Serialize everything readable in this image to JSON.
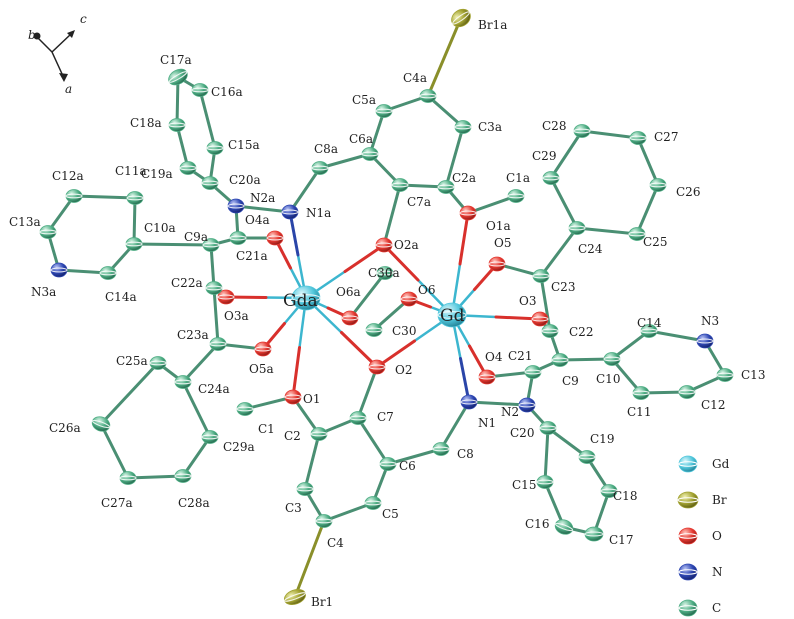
{
  "colors": {
    "Gd": "#52c7dc",
    "Br": "#a3a332",
    "O": "#e53a32",
    "N": "#2f48b4",
    "C": "#4fae85"
  },
  "axes": {
    "labels": [
      "b",
      "c",
      "a"
    ]
  },
  "atoms": [
    {
      "id": "Gda",
      "type": "Gd",
      "label": "Gda"
    },
    {
      "id": "Gd",
      "type": "Gd",
      "label": "Gd"
    },
    {
      "id": "Br1a",
      "type": "Br",
      "label": "Br1a"
    },
    {
      "id": "Br1",
      "type": "Br",
      "label": "Br1"
    },
    {
      "id": "O1a",
      "type": "O",
      "label": "O1a"
    },
    {
      "id": "O2a",
      "type": "O",
      "label": "O2a"
    },
    {
      "id": "O3a",
      "type": "O",
      "label": "O3a"
    },
    {
      "id": "O4a",
      "type": "O",
      "label": "O4a"
    },
    {
      "id": "O5a",
      "type": "O",
      "label": "O5a"
    },
    {
      "id": "O6a",
      "type": "O",
      "label": "O6a"
    },
    {
      "id": "O1",
      "type": "O",
      "label": "O1"
    },
    {
      "id": "O2",
      "type": "O",
      "label": "O2"
    },
    {
      "id": "O3",
      "type": "O",
      "label": "O3"
    },
    {
      "id": "O4",
      "type": "O",
      "label": "O4"
    },
    {
      "id": "O5",
      "type": "O",
      "label": "O5"
    },
    {
      "id": "O6",
      "type": "O",
      "label": "O6"
    },
    {
      "id": "N1a",
      "type": "N",
      "label": "N1a"
    },
    {
      "id": "N2a",
      "type": "N",
      "label": "N2a"
    },
    {
      "id": "N3a",
      "type": "N",
      "label": "N3a"
    },
    {
      "id": "N1",
      "type": "N",
      "label": "N1"
    },
    {
      "id": "N2",
      "type": "N",
      "label": "N2"
    },
    {
      "id": "N3",
      "type": "N",
      "label": "N3"
    },
    {
      "id": "C1a",
      "type": "C",
      "label": "C1a"
    },
    {
      "id": "C2a",
      "type": "C",
      "label": "C2a"
    },
    {
      "id": "C3a",
      "type": "C",
      "label": "C3a"
    },
    {
      "id": "C4a",
      "type": "C",
      "label": "C4a"
    },
    {
      "id": "C5a",
      "type": "C",
      "label": "C5a"
    },
    {
      "id": "C6a",
      "type": "C",
      "label": "C6a"
    },
    {
      "id": "C7a",
      "type": "C",
      "label": "C7a"
    },
    {
      "id": "C8a",
      "type": "C",
      "label": "C8a"
    },
    {
      "id": "C9a",
      "type": "C",
      "label": "C9a"
    },
    {
      "id": "C10a",
      "type": "C",
      "label": "C10a"
    },
    {
      "id": "C11a",
      "type": "C",
      "label": "C11a"
    },
    {
      "id": "C12a",
      "type": "C",
      "label": "C12a"
    },
    {
      "id": "C13a",
      "type": "C",
      "label": "C13a"
    },
    {
      "id": "C14a",
      "type": "C",
      "label": "C14a"
    },
    {
      "id": "C15a",
      "type": "C",
      "label": "C15a"
    },
    {
      "id": "C16a",
      "type": "C",
      "label": "C16a"
    },
    {
      "id": "C17a",
      "type": "C",
      "label": "C17a"
    },
    {
      "id": "C18a",
      "type": "C",
      "label": "C18a"
    },
    {
      "id": "C19a",
      "type": "C",
      "label": "C19a"
    },
    {
      "id": "C20a",
      "type": "C",
      "label": "C20a"
    },
    {
      "id": "C21a",
      "type": "C",
      "label": "C21a"
    },
    {
      "id": "C22a",
      "type": "C",
      "label": "C22a"
    },
    {
      "id": "C23a",
      "type": "C",
      "label": "C23a"
    },
    {
      "id": "C24a",
      "type": "C",
      "label": "C24a"
    },
    {
      "id": "C25a",
      "type": "C",
      "label": "C25a"
    },
    {
      "id": "C26a",
      "type": "C",
      "label": "C26a"
    },
    {
      "id": "C27a",
      "type": "C",
      "label": "C27a"
    },
    {
      "id": "C28a",
      "type": "C",
      "label": "C28a"
    },
    {
      "id": "C29a",
      "type": "C",
      "label": "C29a"
    },
    {
      "id": "C30a",
      "type": "C",
      "label": "C30a"
    },
    {
      "id": "C1",
      "type": "C",
      "label": "C1"
    },
    {
      "id": "C2",
      "type": "C",
      "label": "C2"
    },
    {
      "id": "C3",
      "type": "C",
      "label": "C3"
    },
    {
      "id": "C4",
      "type": "C",
      "label": "C4"
    },
    {
      "id": "C5",
      "type": "C",
      "label": "C5"
    },
    {
      "id": "C6",
      "type": "C",
      "label": "C6"
    },
    {
      "id": "C7",
      "type": "C",
      "label": "C7"
    },
    {
      "id": "C8",
      "type": "C",
      "label": "C8"
    },
    {
      "id": "C9",
      "type": "C",
      "label": "C9"
    },
    {
      "id": "C10",
      "type": "C",
      "label": "C10"
    },
    {
      "id": "C11",
      "type": "C",
      "label": "C11"
    },
    {
      "id": "C12",
      "type": "C",
      "label": "C12"
    },
    {
      "id": "C13",
      "type": "C",
      "label": "C13"
    },
    {
      "id": "C14",
      "type": "C",
      "label": "C14"
    },
    {
      "id": "C15",
      "type": "C",
      "label": "C15"
    },
    {
      "id": "C16",
      "type": "C",
      "label": "C16"
    },
    {
      "id": "C17",
      "type": "C",
      "label": "C17"
    },
    {
      "id": "C18",
      "type": "C",
      "label": "C18"
    },
    {
      "id": "C19",
      "type": "C",
      "label": "C19"
    },
    {
      "id": "C20",
      "type": "C",
      "label": "C20"
    },
    {
      "id": "C21",
      "type": "C",
      "label": "C21"
    },
    {
      "id": "C22",
      "type": "C",
      "label": "C22"
    },
    {
      "id": "C23",
      "type": "C",
      "label": "C23"
    },
    {
      "id": "C24",
      "type": "C",
      "label": "C24"
    },
    {
      "id": "C25",
      "type": "C",
      "label": "C25"
    },
    {
      "id": "C26",
      "type": "C",
      "label": "C26"
    },
    {
      "id": "C27",
      "type": "C",
      "label": "C27"
    },
    {
      "id": "C28",
      "type": "C",
      "label": "C28"
    },
    {
      "id": "C29",
      "type": "C",
      "label": "C29"
    },
    {
      "id": "C30",
      "type": "C",
      "label": "C30"
    }
  ],
  "bonds": [
    [
      "Br1a",
      "C4a"
    ],
    [
      "C4a",
      "C5a"
    ],
    [
      "C5a",
      "C6a"
    ],
    [
      "C6a",
      "C7a"
    ],
    [
      "C7a",
      "C2a"
    ],
    [
      "C2a",
      "C3a"
    ],
    [
      "C3a",
      "C4a"
    ],
    [
      "C6a",
      "C8a"
    ],
    [
      "C8a",
      "N1a"
    ],
    [
      "C7a",
      "O2a"
    ],
    [
      "C2a",
      "O1a"
    ],
    [
      "O1a",
      "C1a"
    ],
    [
      "N1a",
      "N2a"
    ],
    [
      "N2a",
      "C21a"
    ],
    [
      "C21a",
      "O4a"
    ],
    [
      "C21a",
      "C9a"
    ],
    [
      "N2a",
      "C20a"
    ],
    [
      "C20a",
      "C15a"
    ],
    [
      "C15a",
      "C16a"
    ],
    [
      "C16a",
      "C17a"
    ],
    [
      "C17a",
      "C18a"
    ],
    [
      "C18a",
      "C19a"
    ],
    [
      "C19a",
      "C20a"
    ],
    [
      "C9a",
      "C10a"
    ],
    [
      "C10a",
      "C11a"
    ],
    [
      "C11a",
      "C12a"
    ],
    [
      "C12a",
      "C13a"
    ],
    [
      "C13a",
      "N3a"
    ],
    [
      "N3a",
      "C14a"
    ],
    [
      "C14a",
      "C10a"
    ],
    [
      "C9a",
      "C22a"
    ],
    [
      "C22a",
      "O3a"
    ],
    [
      "C22a",
      "C23a"
    ],
    [
      "C23a",
      "O5a"
    ],
    [
      "C23a",
      "C24a"
    ],
    [
      "C24a",
      "C25a"
    ],
    [
      "C25a",
      "C26a"
    ],
    [
      "C26a",
      "C27a"
    ],
    [
      "C27a",
      "C28a"
    ],
    [
      "C28a",
      "C29a"
    ],
    [
      "C29a",
      "C24a"
    ],
    [
      "O6a",
      "C30a"
    ],
    [
      "Br1",
      "C4"
    ],
    [
      "C4",
      "C3"
    ],
    [
      "C3",
      "C2"
    ],
    [
      "C2",
      "C7"
    ],
    [
      "C7",
      "C6"
    ],
    [
      "C6",
      "C5"
    ],
    [
      "C5",
      "C4"
    ],
    [
      "C6",
      "C8"
    ],
    [
      "C8",
      "N1"
    ],
    [
      "C7",
      "O2"
    ],
    [
      "C2",
      "O1"
    ],
    [
      "O1",
      "C1"
    ],
    [
      "N1",
      "N2"
    ],
    [
      "N2",
      "C21"
    ],
    [
      "C21",
      "O4"
    ],
    [
      "C21",
      "C9"
    ],
    [
      "N2",
      "C20"
    ],
    [
      "C20",
      "C15"
    ],
    [
      "C15",
      "C16"
    ],
    [
      "C16",
      "C17"
    ],
    [
      "C17",
      "C18"
    ],
    [
      "C18",
      "C19"
    ],
    [
      "C19",
      "C20"
    ],
    [
      "C9",
      "C10"
    ],
    [
      "C10",
      "C11"
    ],
    [
      "C11",
      "C12"
    ],
    [
      "C12",
      "C13"
    ],
    [
      "C13",
      "N3"
    ],
    [
      "N3",
      "C14"
    ],
    [
      "C14",
      "C10"
    ],
    [
      "C9",
      "C22"
    ],
    [
      "C22",
      "O3"
    ],
    [
      "C22",
      "C23"
    ],
    [
      "C23",
      "O5"
    ],
    [
      "C23",
      "C24"
    ],
    [
      "C24",
      "C25"
    ],
    [
      "C25",
      "C26"
    ],
    [
      "C26",
      "C27"
    ],
    [
      "C27",
      "C28"
    ],
    [
      "C28",
      "C29"
    ],
    [
      "C29",
      "C24"
    ],
    [
      "O6",
      "C30"
    ]
  ],
  "metal_bonds": [
    [
      "Gda",
      "O1"
    ],
    [
      "Gda",
      "O2"
    ],
    [
      "Gda",
      "O2a"
    ],
    [
      "Gda",
      "O3a"
    ],
    [
      "Gda",
      "O4a"
    ],
    [
      "Gda",
      "O5a"
    ],
    [
      "Gda",
      "O6a"
    ],
    [
      "Gda",
      "N1a"
    ],
    [
      "Gd",
      "O1a"
    ],
    [
      "Gd",
      "O2a"
    ],
    [
      "Gd",
      "O2"
    ],
    [
      "Gd",
      "O3"
    ],
    [
      "Gd",
      "O4"
    ],
    [
      "Gd",
      "O5"
    ],
    [
      "Gd",
      "O6"
    ],
    [
      "Gd",
      "N1"
    ]
  ],
  "legend": [
    {
      "type": "Gd",
      "label": "Gd"
    },
    {
      "type": "Br",
      "label": "Br"
    },
    {
      "type": "O",
      "label": "O"
    },
    {
      "type": "N",
      "label": "N"
    },
    {
      "type": "C",
      "label": "C"
    }
  ]
}
